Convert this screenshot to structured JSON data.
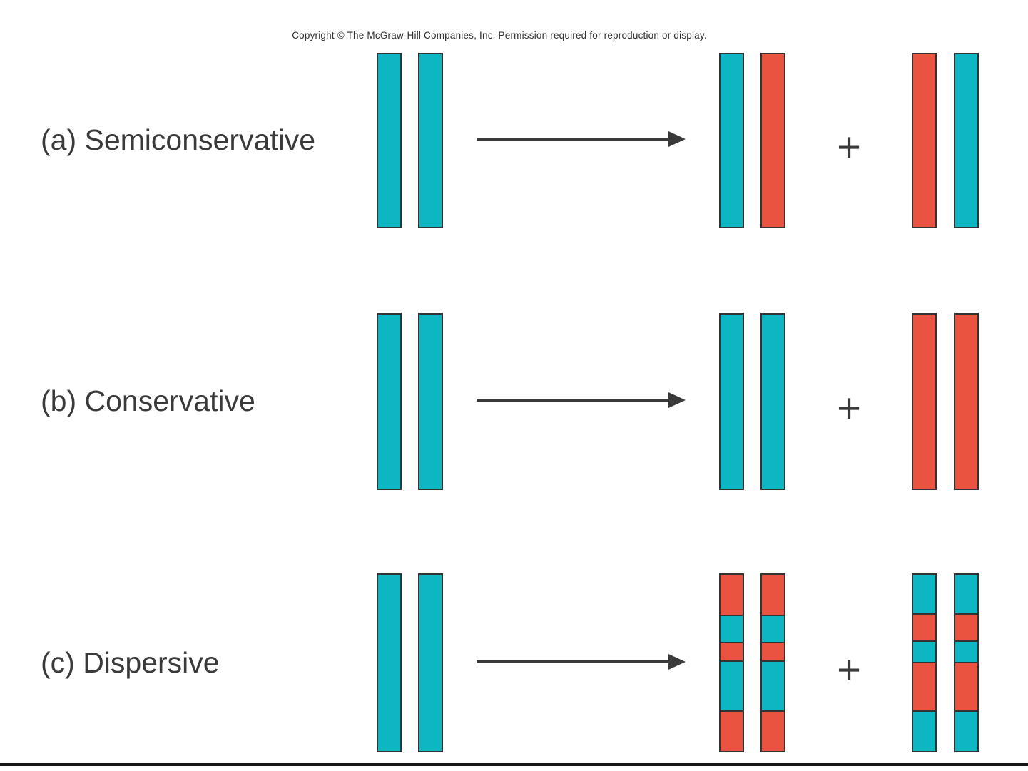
{
  "copyright": "Copyright © The McGraw-Hill Companies, Inc. Permission required for reproduction or display.",
  "plus": "+",
  "colors": {
    "teal": "#0cb6c2",
    "red": "#ea5340",
    "border": "#333333",
    "text": "#3a3a3a",
    "arrow": "#3a3a3a"
  },
  "rows": [
    {
      "id": "a",
      "label": "(a) Semiconservative",
      "parent": [
        [
          {
            "color": "teal",
            "pct": 100
          }
        ],
        [
          {
            "color": "teal",
            "pct": 100
          }
        ]
      ],
      "product1": [
        [
          {
            "color": "teal",
            "pct": 100
          }
        ],
        [
          {
            "color": "red",
            "pct": 100
          }
        ]
      ],
      "product2": [
        [
          {
            "color": "red",
            "pct": 100
          }
        ],
        [
          {
            "color": "teal",
            "pct": 100
          }
        ]
      ]
    },
    {
      "id": "b",
      "label": "(b) Conservative",
      "parent": [
        [
          {
            "color": "teal",
            "pct": 100
          }
        ],
        [
          {
            "color": "teal",
            "pct": 100
          }
        ]
      ],
      "product1": [
        [
          {
            "color": "teal",
            "pct": 100
          }
        ],
        [
          {
            "color": "teal",
            "pct": 100
          }
        ]
      ],
      "product2": [
        [
          {
            "color": "red",
            "pct": 100
          }
        ],
        [
          {
            "color": "red",
            "pct": 100
          }
        ]
      ]
    },
    {
      "id": "c",
      "label": "(c) Dispersive",
      "parent": [
        [
          {
            "color": "teal",
            "pct": 100
          }
        ],
        [
          {
            "color": "teal",
            "pct": 100
          }
        ]
      ],
      "product1": [
        [
          {
            "color": "red",
            "pct": 23.5
          },
          {
            "color": "teal",
            "pct": 15
          },
          {
            "color": "red",
            "pct": 10
          },
          {
            "color": "teal",
            "pct": 28.5
          },
          {
            "color": "red",
            "pct": 23
          }
        ],
        [
          {
            "color": "red",
            "pct": 23.5
          },
          {
            "color": "teal",
            "pct": 15
          },
          {
            "color": "red",
            "pct": 10
          },
          {
            "color": "teal",
            "pct": 28.5
          },
          {
            "color": "red",
            "pct": 23
          }
        ]
      ],
      "product2": [
        [
          {
            "color": "teal",
            "pct": 22.5
          },
          {
            "color": "red",
            "pct": 15
          },
          {
            "color": "teal",
            "pct": 12
          },
          {
            "color": "red",
            "pct": 27.5
          },
          {
            "color": "teal",
            "pct": 23
          }
        ],
        [
          {
            "color": "teal",
            "pct": 22.5
          },
          {
            "color": "red",
            "pct": 15
          },
          {
            "color": "teal",
            "pct": 12
          },
          {
            "color": "red",
            "pct": 27.5
          },
          {
            "color": "teal",
            "pct": 23
          }
        ]
      ]
    }
  ]
}
